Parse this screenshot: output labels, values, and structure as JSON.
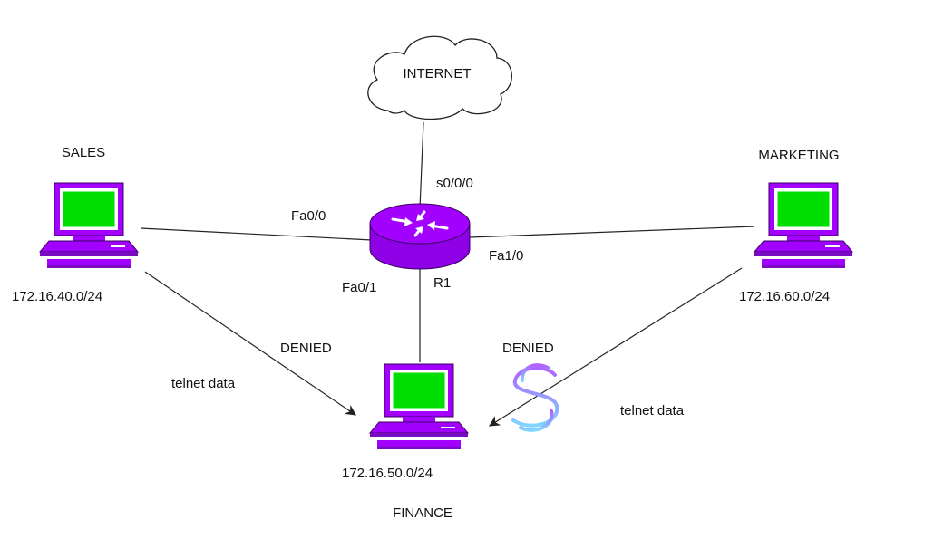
{
  "colors": {
    "device": "#a200ff",
    "device_dark": "#6a0dad",
    "screen_active": "#00dd00",
    "line": "#222222",
    "cloud_stroke": "#222222",
    "logo_gradient_top": "#b060ff",
    "logo_gradient_bottom": "#7fd4ff"
  },
  "internet": {
    "label": "INTERNET",
    "icon": "cloud-icon"
  },
  "router": {
    "name": "R1",
    "icon": "router-icon",
    "interfaces": {
      "serial": "s0/0/0",
      "fa00": "Fa0/0",
      "fa01": "Fa0/1",
      "fa10": "Fa1/0"
    }
  },
  "hosts": {
    "sales": {
      "name": "SALES",
      "network": "172.16.40.0/24",
      "icon": "computer-icon"
    },
    "marketing": {
      "name": "MARKETING",
      "network": "172.16.60.0/24",
      "icon": "computer-icon"
    },
    "finance": {
      "name": "FINANCE",
      "network": "172.16.50.0/24",
      "icon": "computer-icon"
    }
  },
  "flows": {
    "sales_to_finance": {
      "status": "DENIED",
      "traffic": "telnet data"
    },
    "marketing_to_finance": {
      "status": "DENIED",
      "traffic": "telnet data"
    }
  },
  "watermark": {
    "icon": "s-logo-icon"
  }
}
